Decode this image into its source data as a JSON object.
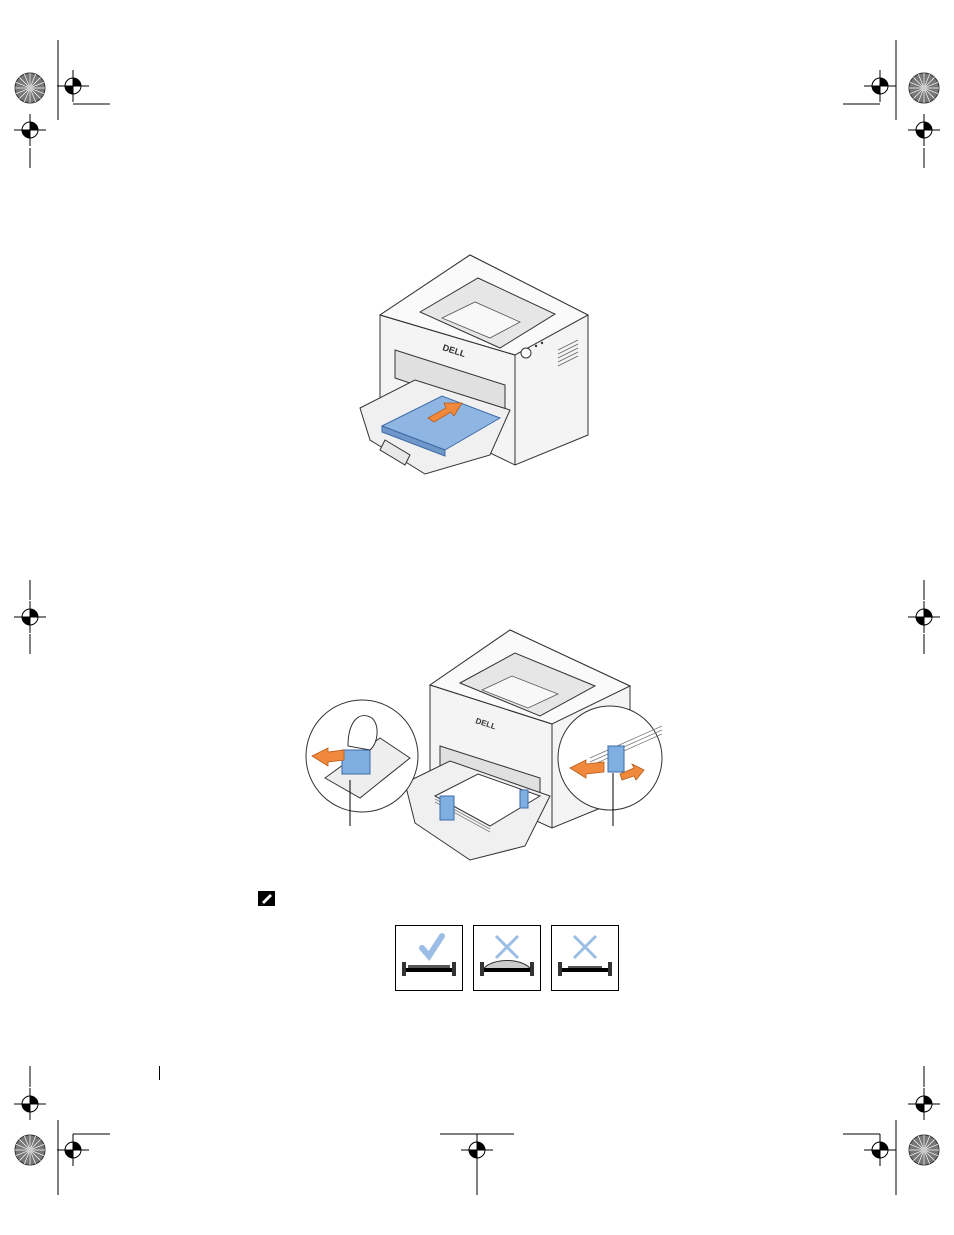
{
  "page": {
    "brand_label": "DELL",
    "brand_label_small": "DELL",
    "colors": {
      "paper_blue": "#8fb6e3",
      "guide_blue": "#7faee0",
      "arrow_orange": "#f0893c",
      "printer_body": "#f4f4f4",
      "line": "#333333",
      "good_mark": "#9cbde6",
      "bad_mark": "#9cbde6"
    },
    "note_icon": "pencil-note-icon",
    "figures": {
      "load_paper": {
        "description_icon": "printer-loading-paper"
      },
      "adjust_guides": {
        "description_icon": "printer-paper-guides"
      },
      "paper_checks": [
        {
          "mark": "check-icon"
        },
        {
          "mark": "cross-icon"
        },
        {
          "mark": "cross-icon"
        }
      ]
    }
  }
}
